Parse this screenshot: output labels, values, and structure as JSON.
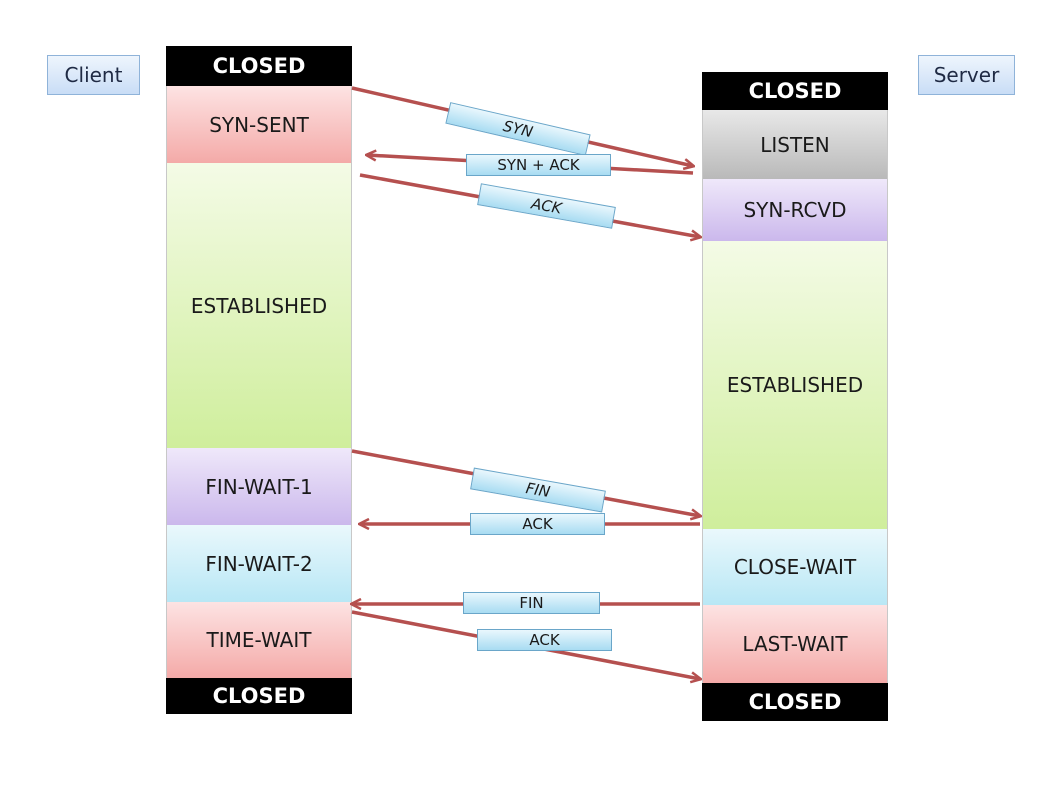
{
  "client": {
    "label": "Client",
    "states": [
      "CLOSED",
      "SYN-SENT",
      "ESTABLISHED",
      "FIN-WAIT-1",
      "FIN-WAIT-2",
      "TIME-WAIT",
      "CLOSED"
    ]
  },
  "server": {
    "label": "Server",
    "states": [
      "CLOSED",
      "LISTEN",
      "SYN-RCVD",
      "ESTABLISHED",
      "CLOSE-WAIT",
      "LAST-WAIT",
      "CLOSED"
    ]
  },
  "messages": [
    "SYN",
    "SYN + ACK",
    "ACK",
    "FIN",
    "ACK",
    "FIN",
    "ACK"
  ],
  "colors": {
    "closed": "#000000",
    "syn_sent": "#f4aaa8",
    "established": "#cfee9c",
    "fin_wait_1": "#cbb8ec",
    "fin_wait_2": "#b8e7f5",
    "listen": "#b9b9b9",
    "arrow": "#b5504f",
    "message_box": "#a8dcf2"
  }
}
